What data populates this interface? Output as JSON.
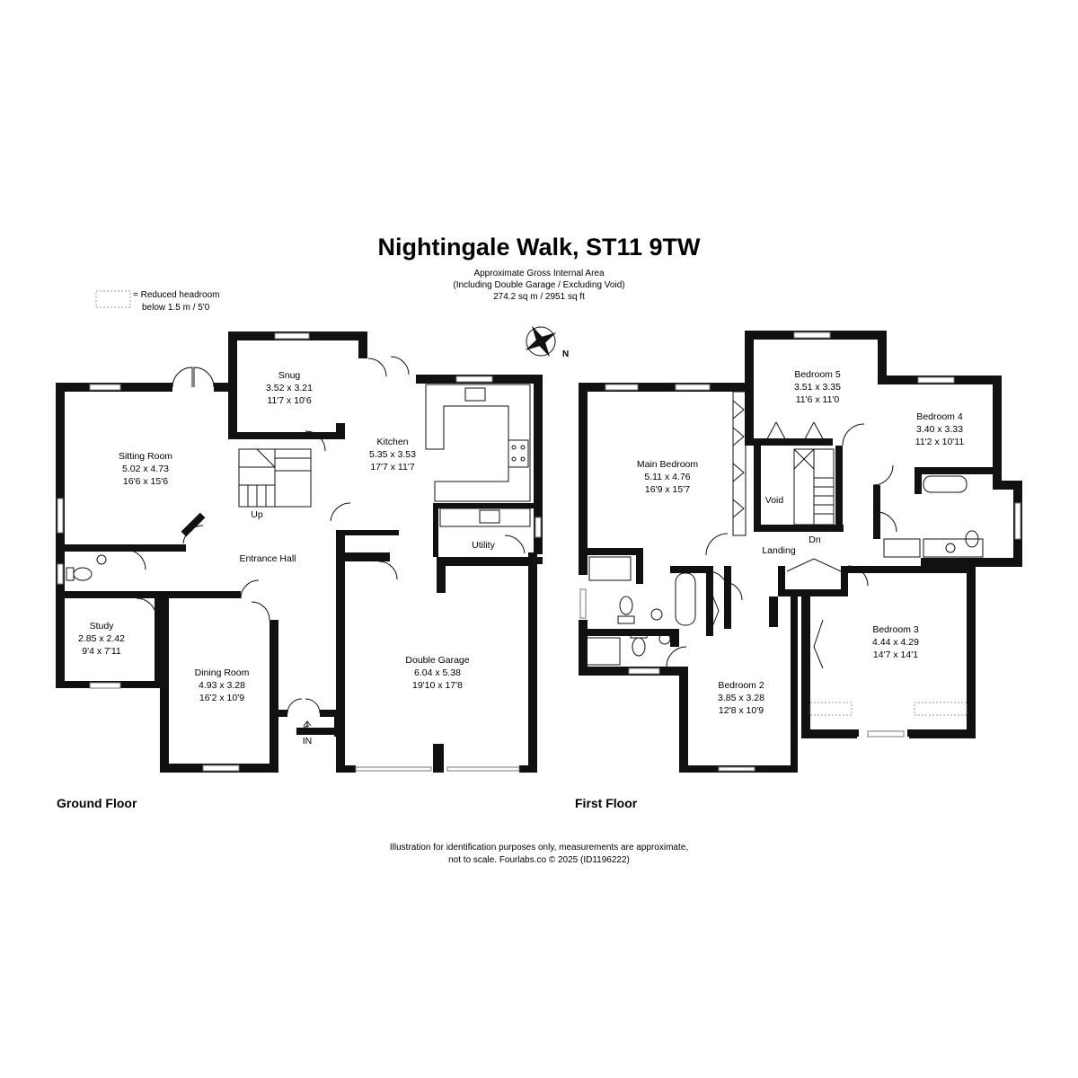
{
  "header": {
    "title": "Nightingale Walk, ST11 9TW",
    "area_line1": "Approximate Gross Internal Area",
    "area_line2": "(Including Double Garage / Excluding Void)",
    "area_line3": "274.2 sq m / 2951 sq ft"
  },
  "legend": {
    "line1": "= Reduced headroom",
    "line2": "below 1.5 m / 5'0"
  },
  "compass": {
    "label": "N"
  },
  "ground_floor": {
    "label": "Ground Floor",
    "rooms": {
      "snug": {
        "name": "Snug",
        "metric": "3.52 x 3.21",
        "imperial": "11'7 x 10'6"
      },
      "sitting": {
        "name": "Sitting Room",
        "metric": "5.02 x 4.73",
        "imperial": "16'6 x 15'6"
      },
      "kitchen": {
        "name": "Kitchen",
        "metric": "5.35 x 3.53",
        "imperial": "17'7 x 11'7"
      },
      "utility": {
        "name": "Utility"
      },
      "hall": {
        "name": "Entrance Hall"
      },
      "study": {
        "name": "Study",
        "metric": "2.85 x 2.42",
        "imperial": "9'4 x 7'11"
      },
      "dining": {
        "name": "Dining Room",
        "metric": "4.93 x 3.28",
        "imperial": "16'2 x 10'9"
      },
      "garage": {
        "name": "Double Garage",
        "metric": "6.04 x 5.38",
        "imperial": "19'10 x 17'8"
      }
    },
    "up_label": "Up",
    "in_label": "IN"
  },
  "first_floor": {
    "label": "First Floor",
    "rooms": {
      "bed5": {
        "name": "Bedroom 5",
        "metric": "3.51 x 3.35",
        "imperial": "11'6 x 11'0"
      },
      "bed4": {
        "name": "Bedroom 4",
        "metric": "3.40 x 3.33",
        "imperial": "11'2 x 10'11"
      },
      "main": {
        "name": "Main Bedroom",
        "metric": "5.11 x 4.76",
        "imperial": "16'9 x 15'7"
      },
      "void": {
        "name": "Void"
      },
      "landing": {
        "name": "Landing"
      },
      "bed3": {
        "name": "Bedroom 3",
        "metric": "4.44 x 4.29",
        "imperial": "14'7 x 14'1"
      },
      "bed2": {
        "name": "Bedroom 2",
        "metric": "3.85 x 3.28",
        "imperial": "12'8 x 10'9"
      }
    },
    "dn_label": "Dn"
  },
  "footer": {
    "line1": "Illustration for identification purposes only, measurements are approximate,",
    "line2": "not to scale. Fourlabs.co © 2025 (ID1196222)"
  },
  "colors": {
    "wall": "#111111",
    "window": "#888888",
    "background": "#ffffff"
  }
}
